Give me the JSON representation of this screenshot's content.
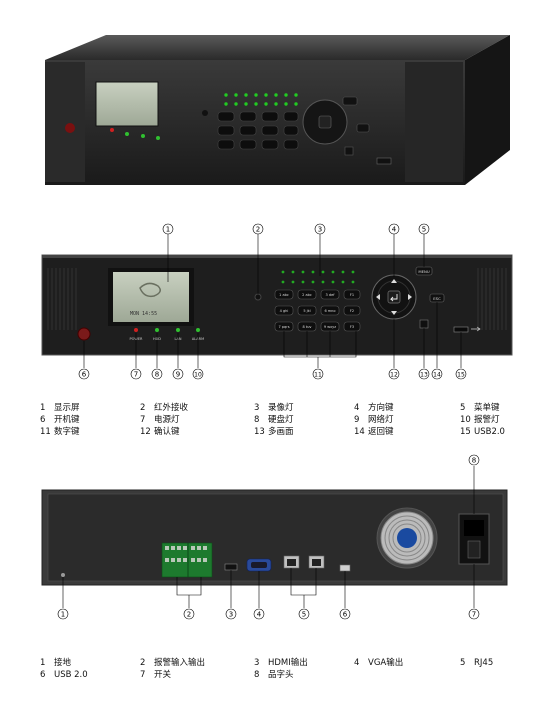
{
  "front_panel": {
    "callouts": [
      "1",
      "2",
      "3",
      "4",
      "5",
      "6",
      "7",
      "8",
      "9",
      "10",
      "11",
      "12",
      "13",
      "14",
      "15"
    ],
    "lcd_text": "MON 14:55",
    "button_labels": [
      "1 abc",
      "2 abc",
      "3 def",
      "F1",
      "4 ghi",
      "5 jkl",
      "6 mno",
      "F2",
      "7 pqrs",
      "8 tuv",
      "9 wxyz",
      "F3"
    ],
    "menu_label": "MENU",
    "esc_label": "ESC",
    "led_labels": [
      "POWER",
      "HDD",
      "LAN",
      "ALARM"
    ]
  },
  "front_legend": [
    {
      "n": "1",
      "t": "显示屏"
    },
    {
      "n": "2",
      "t": "红外接收"
    },
    {
      "n": "3",
      "t": "录像灯"
    },
    {
      "n": "4",
      "t": "方向键"
    },
    {
      "n": "5",
      "t": "菜单键"
    },
    {
      "n": "6",
      "t": "开机键"
    },
    {
      "n": "7",
      "t": "电源灯"
    },
    {
      "n": "8",
      "t": "硬盘灯"
    },
    {
      "n": "9",
      "t": "网络灯"
    },
    {
      "n": "10",
      "t": "报警灯"
    },
    {
      "n": "11",
      "t": "数字键"
    },
    {
      "n": "12",
      "t": "确认键"
    },
    {
      "n": "13",
      "t": "多画面"
    },
    {
      "n": "14",
      "t": "返回键"
    },
    {
      "n": "15",
      "t": "USB2.0"
    }
  ],
  "rear_panel": {
    "callouts": [
      "1",
      "2",
      "3",
      "4",
      "5",
      "6",
      "7",
      "8"
    ]
  },
  "rear_legend": [
    {
      "n": "1",
      "t": "接地"
    },
    {
      "n": "2",
      "t": "报警输入输出"
    },
    {
      "n": "3",
      "t": "HDMI输出"
    },
    {
      "n": "4",
      "t": "VGA输出"
    },
    {
      "n": "5",
      "t": "RJ45"
    },
    {
      "n": "6",
      "t": "USB 2.0"
    },
    {
      "n": "7",
      "t": "开关"
    },
    {
      "n": "8",
      "t": "品字头"
    }
  ]
}
